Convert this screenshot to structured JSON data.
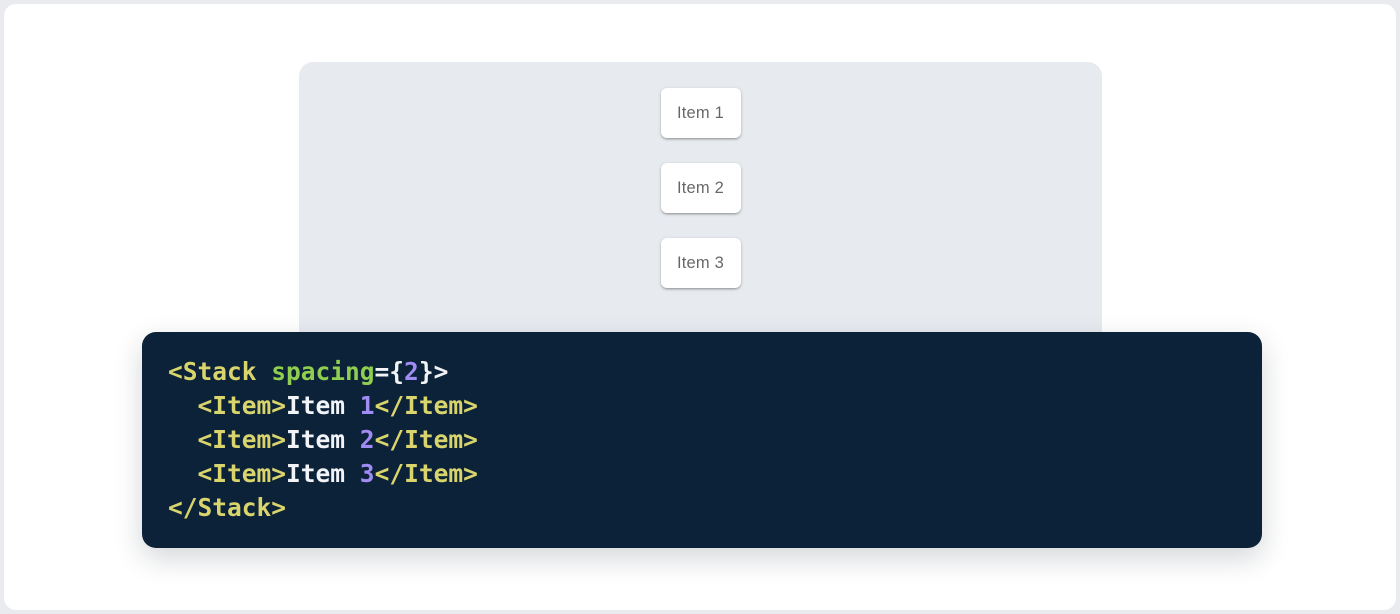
{
  "window": {
    "outer_bg": "#E9EBEE",
    "card_bg": "#FFFFFF"
  },
  "demo": {
    "bg": "#E7EBF0",
    "items": [
      {
        "label": "Item 1"
      },
      {
        "label": "Item 2"
      },
      {
        "label": "Item 3"
      }
    ]
  },
  "code": {
    "bg": "#0C2239",
    "colors": {
      "tag": "#D9D56C",
      "attr": "#8FCE4F",
      "num": "#A18CF5",
      "plain": "#F1F3F6"
    },
    "lines": [
      [
        {
          "t": "<Stack ",
          "c": "tag"
        },
        {
          "t": "spacing",
          "c": "attr"
        },
        {
          "t": "={",
          "c": "plain"
        },
        {
          "t": "2",
          "c": "num"
        },
        {
          "t": "}>",
          "c": "plain"
        }
      ],
      [
        {
          "t": "  ",
          "c": "plain"
        },
        {
          "t": "<Item>",
          "c": "tag"
        },
        {
          "t": "Item ",
          "c": "plain"
        },
        {
          "t": "1",
          "c": "num"
        },
        {
          "t": "</Item>",
          "c": "tag"
        }
      ],
      [
        {
          "t": "  ",
          "c": "plain"
        },
        {
          "t": "<Item>",
          "c": "tag"
        },
        {
          "t": "Item ",
          "c": "plain"
        },
        {
          "t": "2",
          "c": "num"
        },
        {
          "t": "</Item>",
          "c": "tag"
        }
      ],
      [
        {
          "t": "  ",
          "c": "plain"
        },
        {
          "t": "<Item>",
          "c": "tag"
        },
        {
          "t": "Item ",
          "c": "plain"
        },
        {
          "t": "3",
          "c": "num"
        },
        {
          "t": "</Item>",
          "c": "tag"
        }
      ],
      [
        {
          "t": "</Stack>",
          "c": "tag"
        }
      ]
    ]
  }
}
